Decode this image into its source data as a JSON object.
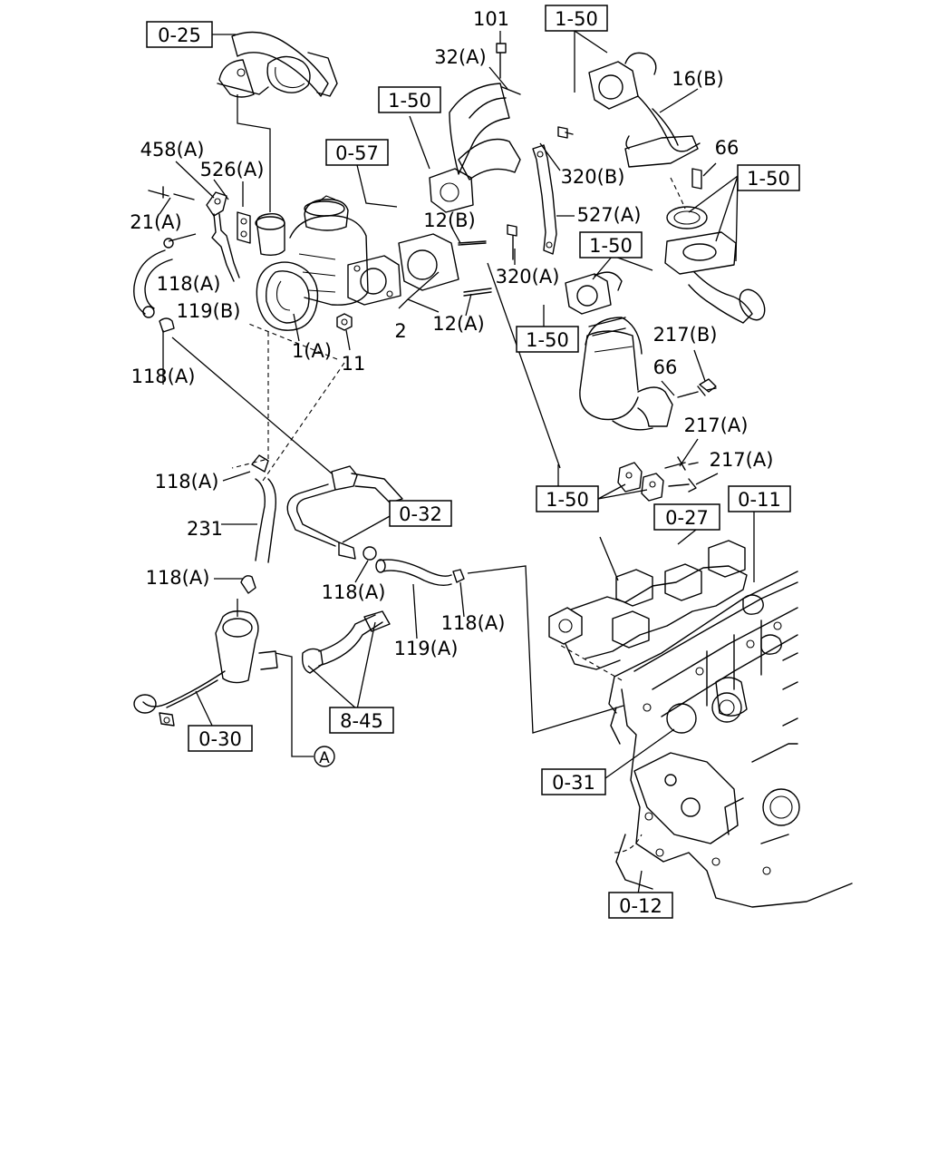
{
  "ref_boxes": [
    "0-25",
    "0-57",
    "1-50",
    "1-50",
    "1-50",
    "1-50",
    "1-50",
    "1-50",
    "0-32",
    "0-27",
    "0-11",
    "0-30",
    "8-45",
    "0-31",
    "0-12"
  ],
  "part_labels": [
    "101",
    "32(A)",
    "16(B)",
    "458(A)",
    "526(A)",
    "21(A)",
    "66",
    "12(B)",
    "320(B)",
    "527(A)",
    "118(A)",
    "119(B)",
    "320(A)",
    "1(A)",
    "11",
    "2",
    "12(A)",
    "118(A)",
    "217(B)",
    "66",
    "217(A)",
    "217(A)",
    "118(A)",
    "231",
    "118(A)",
    "118(A)",
    "118(A)",
    "119(A)"
  ],
  "marker": "A"
}
